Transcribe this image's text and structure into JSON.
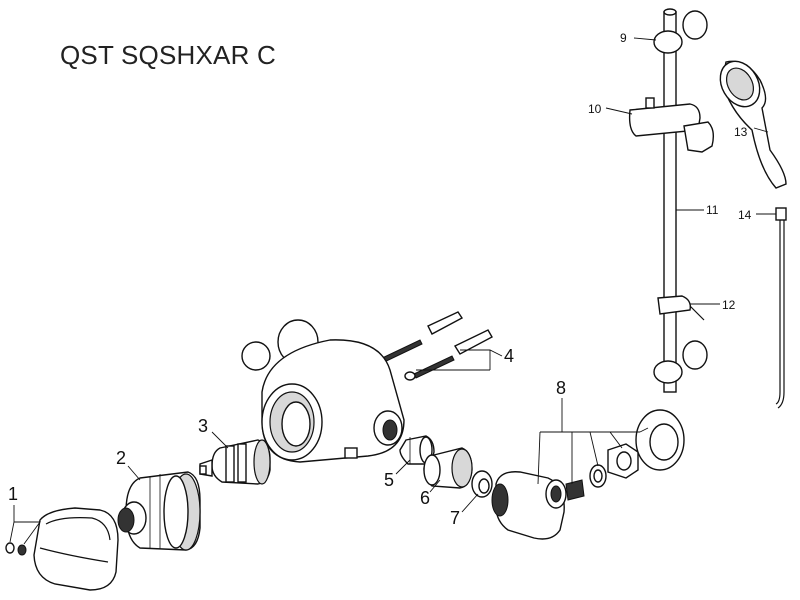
{
  "title": "QST SQSHXAR C",
  "callouts": {
    "c1": "1",
    "c2": "2",
    "c3": "3",
    "c4": "4",
    "c5": "5",
    "c6": "6",
    "c7": "7",
    "c8": "8",
    "c9": "9",
    "c10": "10",
    "c11": "11",
    "c12": "12",
    "c13": "13",
    "c14": "14"
  }
}
